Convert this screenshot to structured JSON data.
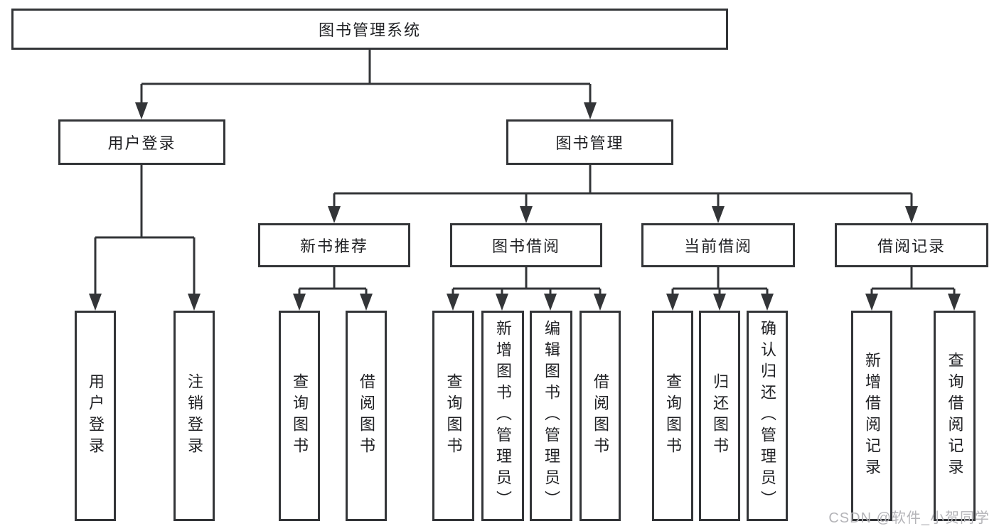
{
  "palette": {
    "line_color": "#333538",
    "text_color": "#202124",
    "watermark_color": "#b4b4b8",
    "background": "#ffffff"
  },
  "diagram": {
    "root": {
      "label": "图书管理系统"
    },
    "branches": [
      {
        "label": "用户登录",
        "leaves": [
          {
            "label": "用户登录"
          },
          {
            "label": "注销登录"
          }
        ]
      },
      {
        "label": "图书管理",
        "groups": [
          {
            "label": "新书推荐",
            "leaves": [
              {
                "label": "查询图书"
              },
              {
                "label": "借阅图书"
              }
            ]
          },
          {
            "label": "图书借阅",
            "leaves": [
              {
                "label": "查询图书"
              },
              {
                "label": "新增图书（管理员）"
              },
              {
                "label": "编辑图书（管理员）"
              },
              {
                "label": "借阅图书"
              }
            ]
          },
          {
            "label": "当前借阅",
            "leaves": [
              {
                "label": "查询图书"
              },
              {
                "label": "归还图书"
              },
              {
                "label": "确认归还（管理员）"
              }
            ]
          },
          {
            "label": "借阅记录",
            "leaves": [
              {
                "label": "新增借阅记录"
              },
              {
                "label": "查询借阅记录"
              }
            ]
          }
        ]
      }
    ],
    "watermark": "CSDN @软件_小贺同学"
  }
}
